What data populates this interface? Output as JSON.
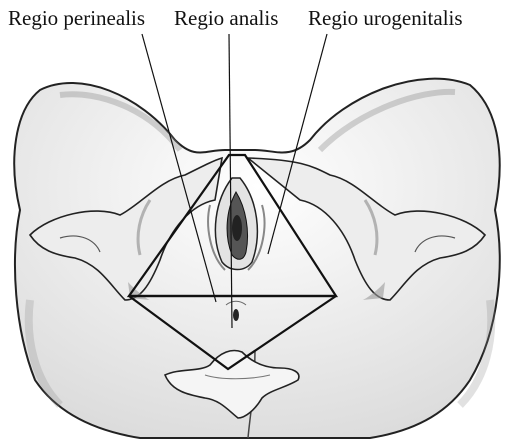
{
  "labels": {
    "perinealis": "Regio perinealis",
    "analis": "Regio analis",
    "urogenitalis": "Regio urogenitalis"
  },
  "colors": {
    "ink": "#111111",
    "skin_shade": "#9a9a9a",
    "bone": "#f2f2f2"
  }
}
